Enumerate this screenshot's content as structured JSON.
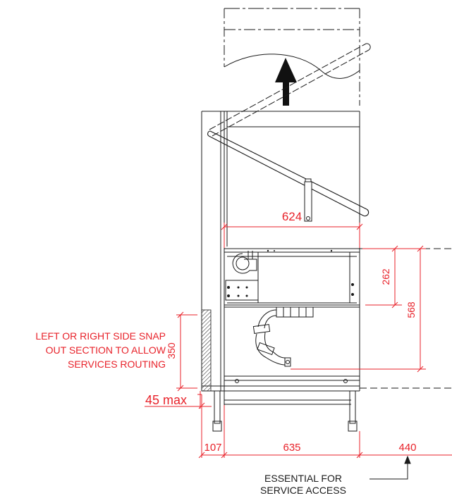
{
  "colors": {
    "dimension": "#e8222a",
    "outline": "#1a1a1a"
  },
  "dimensions": {
    "hood_width": "624",
    "drain_height": "262",
    "outlet_height": "568",
    "snap_out_height": "350",
    "side_clearance": "45 max",
    "side_gap": "107",
    "machine_width": "635",
    "service_clearance": "440"
  },
  "notes": {
    "snap_out": [
      "LEFT OR RIGHT SIDE SNAP",
      "OUT SECTION TO ALLOW",
      "SERVICES ROUTING"
    ],
    "service_access": [
      "ESSENTIAL FOR",
      "SERVICE ACCESS"
    ]
  }
}
